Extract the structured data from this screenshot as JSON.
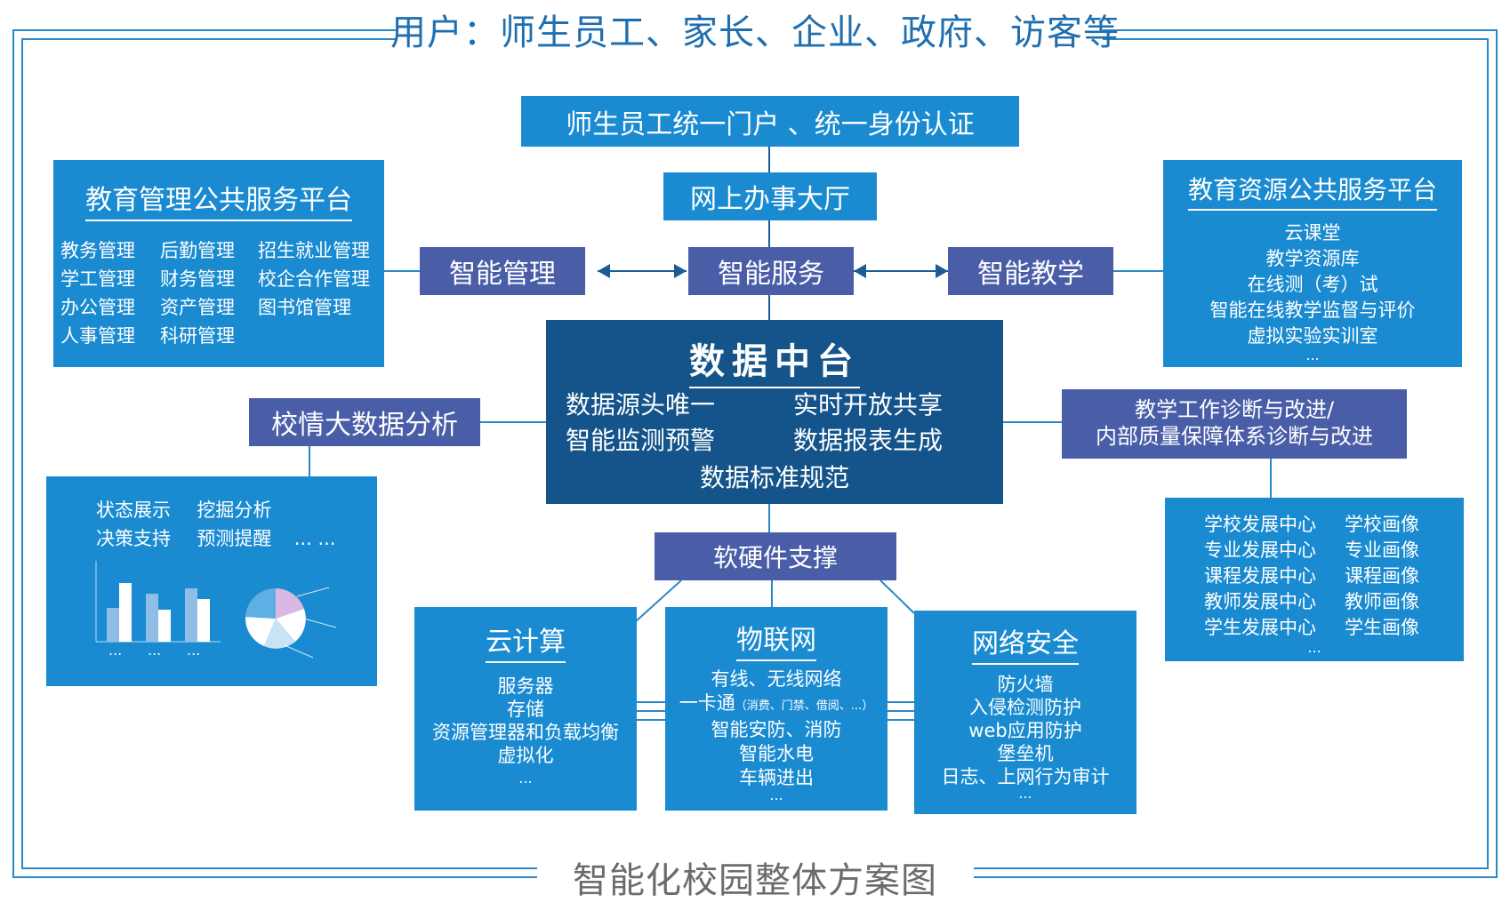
{
  "header": {
    "users_title": "用户：师生员工、家长、企业、政府、访客等"
  },
  "footer": {
    "caption": "智能化校园整体方案图"
  },
  "portal": {
    "label": "师生员工统一门户 、统一身份认证"
  },
  "hall": {
    "label": "网上办事大厅"
  },
  "smart": {
    "management": "智能管理",
    "service": "智能服务",
    "teaching": "智能教学"
  },
  "edu_mgmt_platform": {
    "title": "教育管理公共服务平台",
    "col1": [
      "教务管理",
      "学工管理",
      "办公管理",
      "人事管理"
    ],
    "col2": [
      "后勤管理",
      "财务管理",
      "资产管理",
      "科研管理"
    ],
    "col3": [
      "招生就业管理",
      "校企合作管理",
      "图书馆管理"
    ]
  },
  "edu_resource_platform": {
    "title": "教育资源公共服务平台",
    "items": [
      "云课堂",
      "教学资源库",
      "在线测（考）试",
      "智能在线教学监督与评价",
      "虚拟实验实训室",
      "..."
    ]
  },
  "data_center": {
    "title": "数据中台",
    "left": [
      "数据源头唯一",
      "智能监测预警"
    ],
    "right": [
      "实时开放共享",
      "数据报表生成"
    ],
    "bottom": "数据标准规范"
  },
  "campus_analysis": {
    "label": "校情大数据分析",
    "row1": [
      "状态展示",
      "挖掘分析"
    ],
    "row2": [
      "决策支持",
      "预测提醒",
      "... ..."
    ],
    "bar_labels": [
      "...",
      "...",
      "..."
    ]
  },
  "diagnosis": {
    "line1": "教学工作诊断与改进/",
    "line2": "内部质量保障体系诊断与改进",
    "col1": [
      "学校发展中心",
      "专业发展中心",
      "课程发展中心",
      "教师发展中心",
      "学生发展中心"
    ],
    "col2": [
      "学校画像",
      "专业画像",
      "课程画像",
      "教师画像",
      "学生画像"
    ],
    "more": "..."
  },
  "support": {
    "label": "软硬件支撑"
  },
  "cloud": {
    "title": "云计算",
    "items": [
      "服务器",
      "存储",
      "资源管理器和负载均衡",
      "虚拟化",
      "..."
    ]
  },
  "iot": {
    "title": "物联网",
    "item1": "有线、无线网络",
    "card_main": "一卡通",
    "card_detail": "（消费、门禁、借阅、...）",
    "items": [
      "智能安防、消防",
      "智能水电",
      "车辆进出",
      "..."
    ]
  },
  "security": {
    "title": "网络安全",
    "items": [
      "防火墙",
      "入侵检测防护",
      "web应用防护",
      "堡垒机",
      "日志、上网行为审计",
      "..."
    ]
  },
  "colors": {
    "light_blue": "#1a8bd1",
    "indigo": "#4a5ea8",
    "dark_blue": "#14548a",
    "frame": "#2a88c8"
  }
}
